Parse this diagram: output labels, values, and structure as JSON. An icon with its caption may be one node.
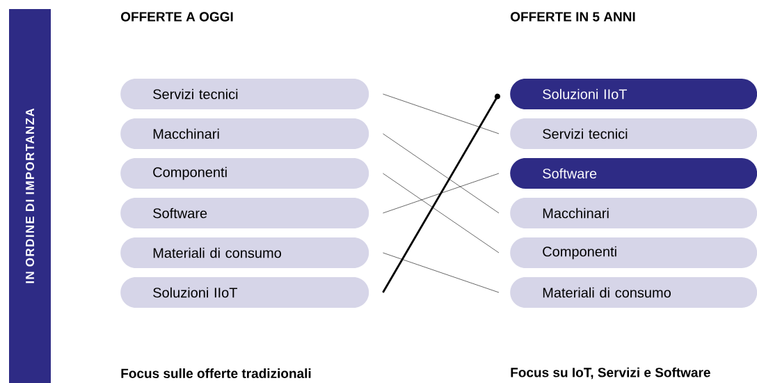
{
  "diagram": {
    "nodes": [
      {
        "text": [
          "Servizi tecnici"
        ]
      },
      {
        "text": [
          "Macchinari"
        ]
      },
      {
        "text": [
          "Componenti"
        ]
      },
      {
        "text": [
          "Software"
        ]
      },
      {
        "text": [
          "Materiali di consumo"
        ]
      },
      {
        "text": [
          "Soluzioni IIoT"
        ]
      },
      {
        "text": [
          "Soluzioni IIoT"
        ]
      },
      {
        "text": [
          "Servizi tecnici"
        ]
      },
      {
        "text": [
          "Software"
        ]
      },
      {
        "text": [
          "Macchinari"
        ]
      },
      {
        "text": [
          "Componenti"
        ]
      },
      {
        "text": [
          "Materiali di consumo"
        ]
      },
      {
        "text": [
          "IN ORDINE DI IMPORTANZA"
        ]
      }
    ],
    "edges": [
      {
        "from": 0,
        "to": 7,
        "arrow": "none"
      },
      {
        "from": 1,
        "to": 9,
        "arrow": "none"
      },
      {
        "from": 2,
        "to": 10,
        "arrow": "none"
      },
      {
        "from": 3,
        "to": 8,
        "arrow": "none"
      },
      {
        "from": 4,
        "to": 11,
        "arrow": "none"
      },
      {
        "from": 5,
        "to": 6,
        "arrow": "to",
        "style": "thick"
      }
    ],
    "labels": [
      "OFFERTE A OGGI",
      "OFFERTE IN 5 ANNI",
      "Focus sulle offerte tradizionali",
      "Focus su IoT, Servizi e Software"
    ]
  }
}
